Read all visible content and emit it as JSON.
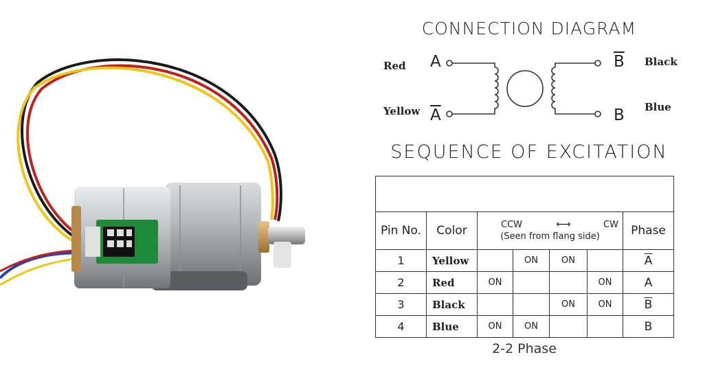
{
  "connection": {
    "title": "CONNECTION DIAGRAM",
    "left": {
      "top": {
        "wire": "Red",
        "letter": "A",
        "overbar": false
      },
      "bottom": {
        "wire": "Yellow",
        "letter": "A",
        "overbar": true
      }
    },
    "right": {
      "top": {
        "wire": "Black",
        "letter": "B",
        "overbar": true
      },
      "bottom": {
        "wire": "Blue",
        "letter": "B",
        "overbar": false
      }
    }
  },
  "sequence": {
    "title": "SEQUENCE OF EXCITATION",
    "headers": {
      "pin": "Pin No.",
      "color": "Color",
      "ccw": "CCW",
      "arrow": "←→",
      "cw": "CW",
      "note": "(Seen from flang side)",
      "phase": "Phase"
    },
    "rows": [
      {
        "pin": "1",
        "color": "Yellow",
        "steps": [
          "",
          "ON",
          "ON",
          ""
        ],
        "phase": "A",
        "phase_overbar": true
      },
      {
        "pin": "2",
        "color": "Red",
        "steps": [
          "ON",
          "",
          "",
          "ON"
        ],
        "phase": "A",
        "phase_overbar": false
      },
      {
        "pin": "3",
        "color": "Black",
        "steps": [
          "",
          "",
          "ON",
          "ON"
        ],
        "phase": "B",
        "phase_overbar": true
      },
      {
        "pin": "4",
        "color": "Blue",
        "steps": [
          "ON",
          "ON",
          "",
          ""
        ],
        "phase": "B",
        "phase_overbar": false
      }
    ],
    "caption": "2-2 Phase"
  },
  "wire_colors": {
    "red": "#c0201a",
    "yellow": "#f0c419",
    "black": "#1a1a1a",
    "blue": "#2a3fb0"
  }
}
